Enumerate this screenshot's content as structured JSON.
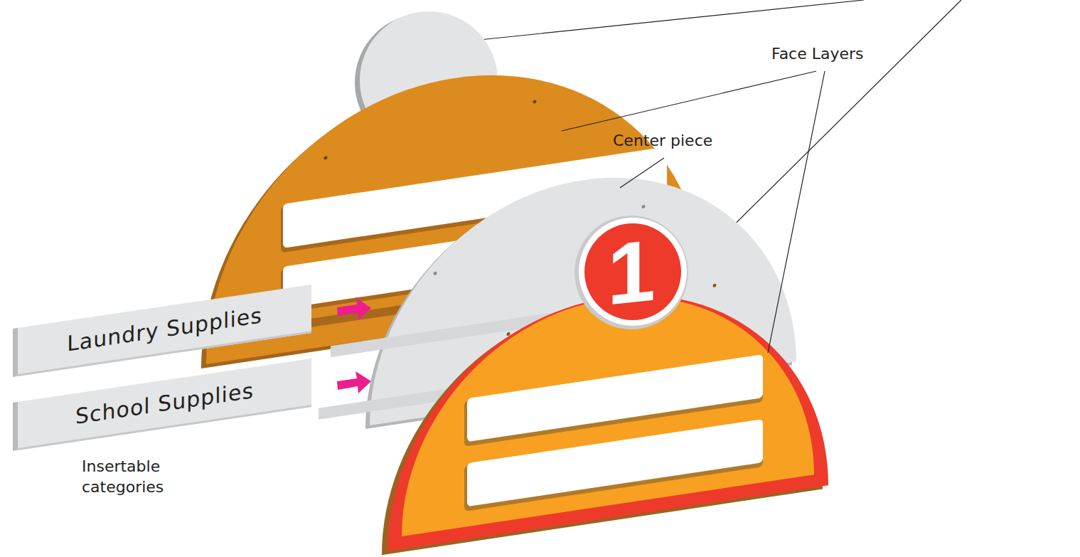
{
  "diagram": {
    "nodes": [
      {
        "text": [
          "1"
        ]
      },
      {
        "text": [
          "Laundry Supplies"
        ]
      },
      {
        "text": [
          "School Supplies"
        ]
      }
    ],
    "labels": [
      "Face Layers",
      "Center piece",
      "Insertable categories"
    ]
  }
}
